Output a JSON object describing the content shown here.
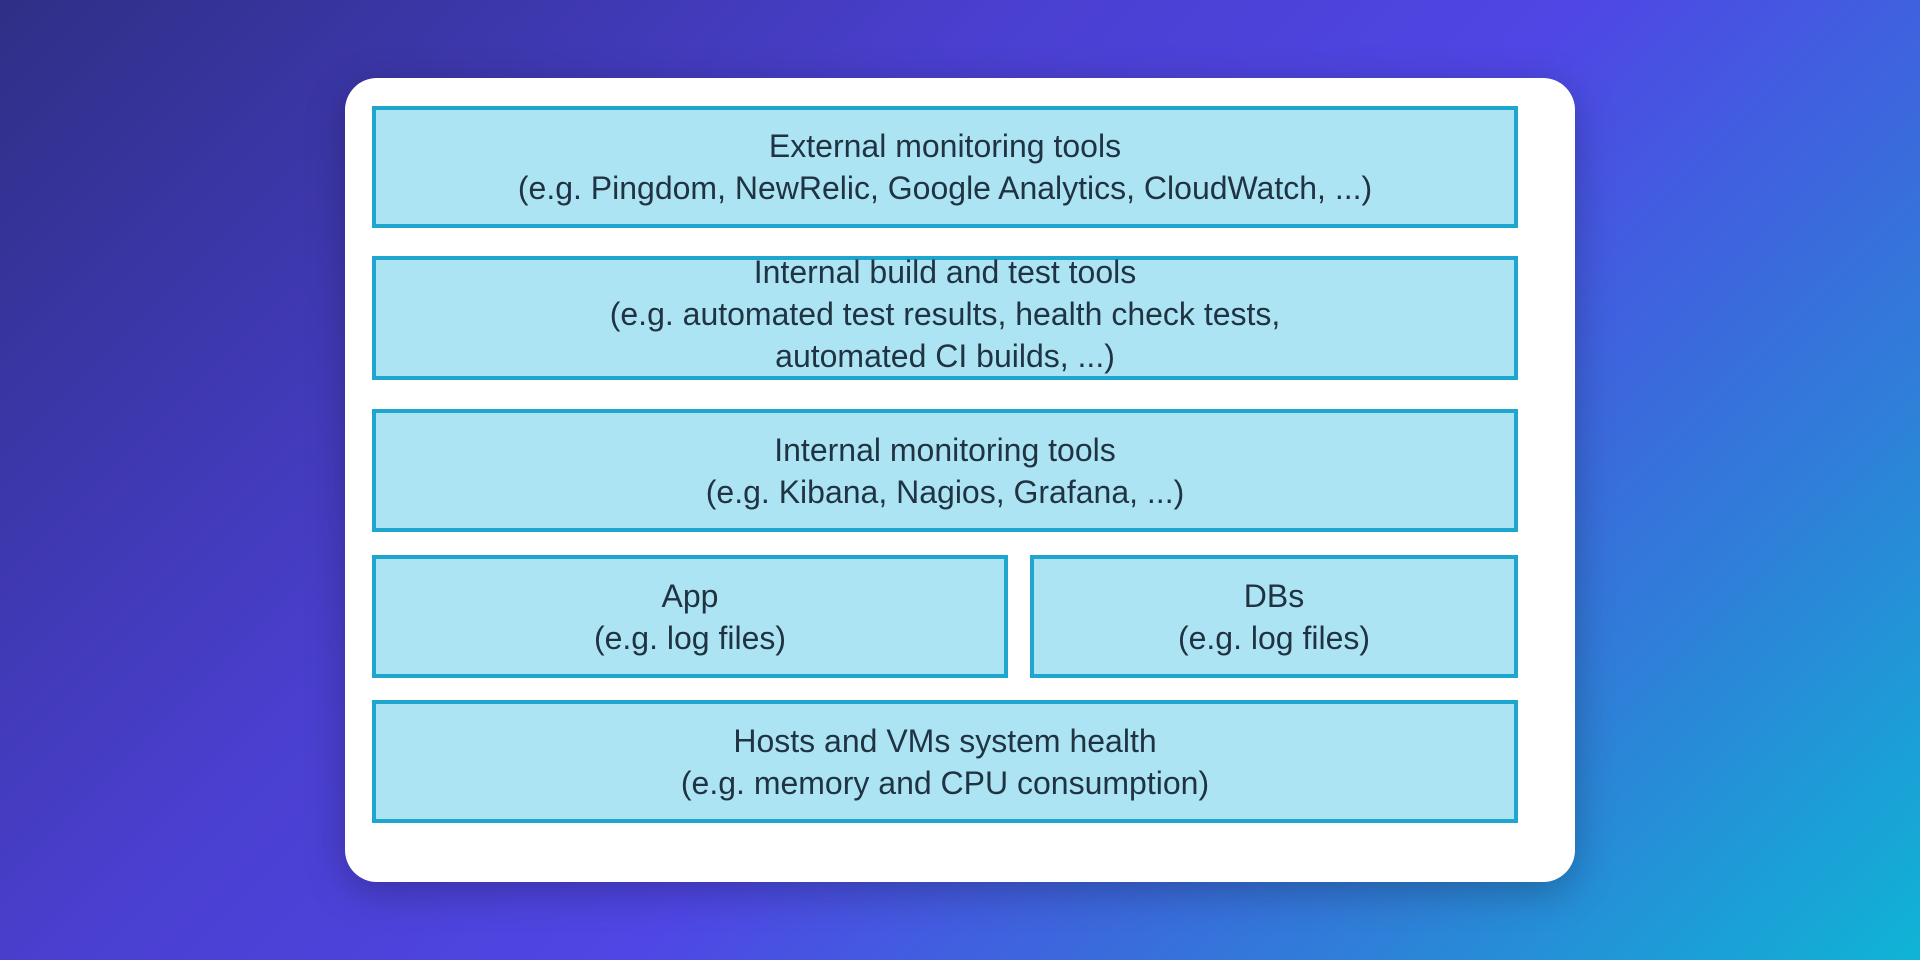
{
  "layers": {
    "external": {
      "title": "External monitoring tools",
      "line1": "(e.g. Pingdom, NewRelic, Google Analytics, CloudWatch, ...)"
    },
    "build": {
      "title": "Internal build and test tools",
      "line1": "(e.g. automated test results, health check tests,",
      "line2": "automated CI builds, ...)"
    },
    "internal": {
      "title": "Internal monitoring tools",
      "line1": "(e.g. Kibana, Nagios, Grafana, ...)"
    },
    "app": {
      "title": "App",
      "line1": "(e.g. log files)"
    },
    "dbs": {
      "title": "DBs",
      "line1": "(e.g. log files)"
    },
    "hosts": {
      "title": "Hosts and VMs system health",
      "line1": "(e.g. memory and CPU consumption)"
    }
  },
  "colors": {
    "box_fill": "#ade4f3",
    "box_border": "#1ea6cf",
    "text": "#1f3342",
    "card": "#ffffff"
  }
}
